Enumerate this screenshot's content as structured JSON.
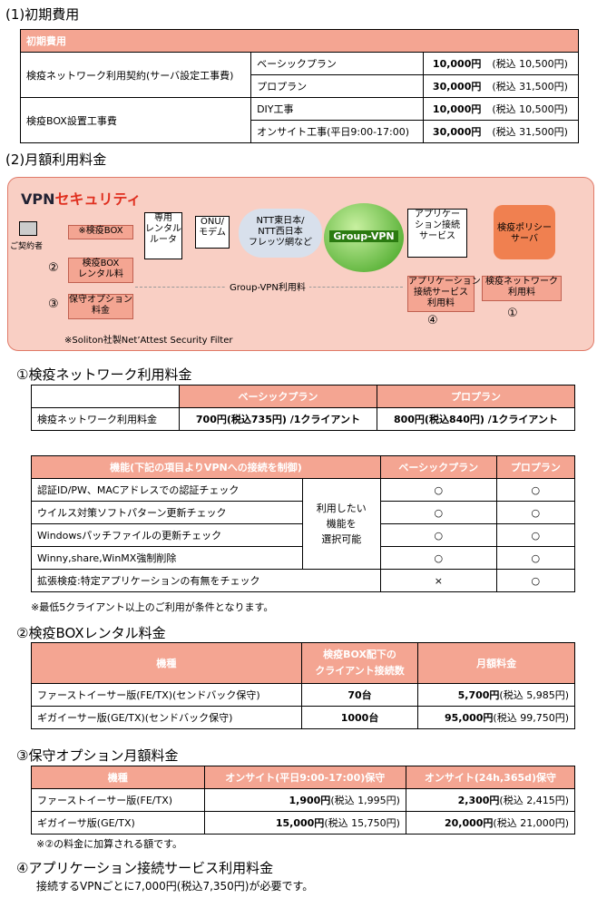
{
  "s1": {
    "title": "(1)初期費用",
    "header": "初期費用",
    "r1_item": "検疫ネットワーク利用契約(サーバ設定工事費)",
    "r1_plan": "ベーシックプラン",
    "r1_price": "10,000円",
    "r1_tax": "(税込 10,500円)",
    "r2_plan": "プロプラン",
    "r2_price": "30,000円",
    "r2_tax": "(税込 31,500円)",
    "r3_item": "検疫BOX設置工事費",
    "r3_plan": "DIY工事",
    "r3_price": "10,000円",
    "r3_tax": "(税込 10,500円)",
    "r4_plan": "オンサイト工事(平日9:00-17:00)",
    "r4_price": "30,000円",
    "r4_tax": "(税込 31,500円)"
  },
  "s2": {
    "title": "(2)月額利用料金"
  },
  "diagram": {
    "logo_vpn": "VPN",
    "logo_sec": "セキュリティ",
    "client": "ご契約者",
    "box": "※検疫BOX",
    "line": "専用\nレンタル\nルータ",
    "onu": "ONU/\nモデム",
    "ntt": "NTT東日本/\nNTT西日本\nフレッツ網など",
    "gvpn": "Group-VPN",
    "app": "アプリケー\nション接続\nサービス",
    "policy": "検疫ポリシー\nサーバ",
    "t_box": "検疫BOX\nレンタル料",
    "t_opt": "保守オプション\n料金",
    "t_app": "アプリケーション\n接続サービス\n利用料",
    "t_net": "検疫ネットワーク\n利用料",
    "gvpn_fee": "Group-VPN利用料",
    "c2": "②",
    "c3": "③",
    "c4": "④",
    "c1": "①",
    "footnote": "※Soliton社製Net’Attest Security Filter"
  },
  "s3": {
    "title": "①検疫ネットワーク利用料金",
    "h_basic": "ベーシックプラン",
    "h_pro": "プロプラン",
    "item": "検疫ネットワーク利用料金",
    "basic": "700円(税込735円) /1クライアント",
    "pro": "800円(税込840円) /1クライアント"
  },
  "s4": {
    "h_func": "機能(下記の項目よりVPNへの接続を制御)",
    "h_basic": "ベーシックプラン",
    "h_pro": "プロプラン",
    "f1": "認証ID/PW、MACアドレスでの認証チェック",
    "f2": "ウイルス対策ソフトパターン更新チェック",
    "f3": "Windowsパッチファイルの更新チェック",
    "f4": "Winny,share,WinMX強制削除",
    "f5": "拡張検疫:特定アプリケーションの有無をチェック",
    "mid": "利用したい\n機能を\n選択可能",
    "o": "○",
    "x": "×",
    "note": "※最低5クライアント以上のご利用が条件となります。"
  },
  "s5": {
    "title": "②検疫BOXレンタル料金",
    "h1": "機種",
    "h2": "検疫BOX配下の\nクライアント接続数",
    "h3": "月額料金",
    "r1": "ファーストイーサー版(FE/TX)(センドバック保守)",
    "r1n": "70台",
    "r1p": "5,700円",
    "r1t": "(税込 5,985円)",
    "r2": "ギガイーサー版(GE/TX)(センドバック保守)",
    "r2n": "1000台",
    "r2p": "95,000円",
    "r2t": "(税込 99,750円)"
  },
  "s6": {
    "title": "③保守オプション月額料金",
    "h1": "機種",
    "h2": "オンサイト(平日9:00-17:00)保守",
    "h3": "オンサイト(24h,365d)保守",
    "r1": "ファーストイーサー版(FE/TX)",
    "r1a": "1,900円",
    "r1at": "(税込 1,995円)",
    "r1b": "2,300円",
    "r1bt": "(税込 2,415円)",
    "r2": "ギガイーサ版(GE/TX)",
    "r2a": "15,000円",
    "r2at": "(税込 15,750円)",
    "r2b": "20,000円",
    "r2bt": "(税込 21,000円)",
    "note": "※②の料金に加算される額です。"
  },
  "s7": {
    "title": "④アプリケーション接続サービス利用料金",
    "text": "接続するVPNごとに7,000円(税込7,350円)が必要です。"
  }
}
